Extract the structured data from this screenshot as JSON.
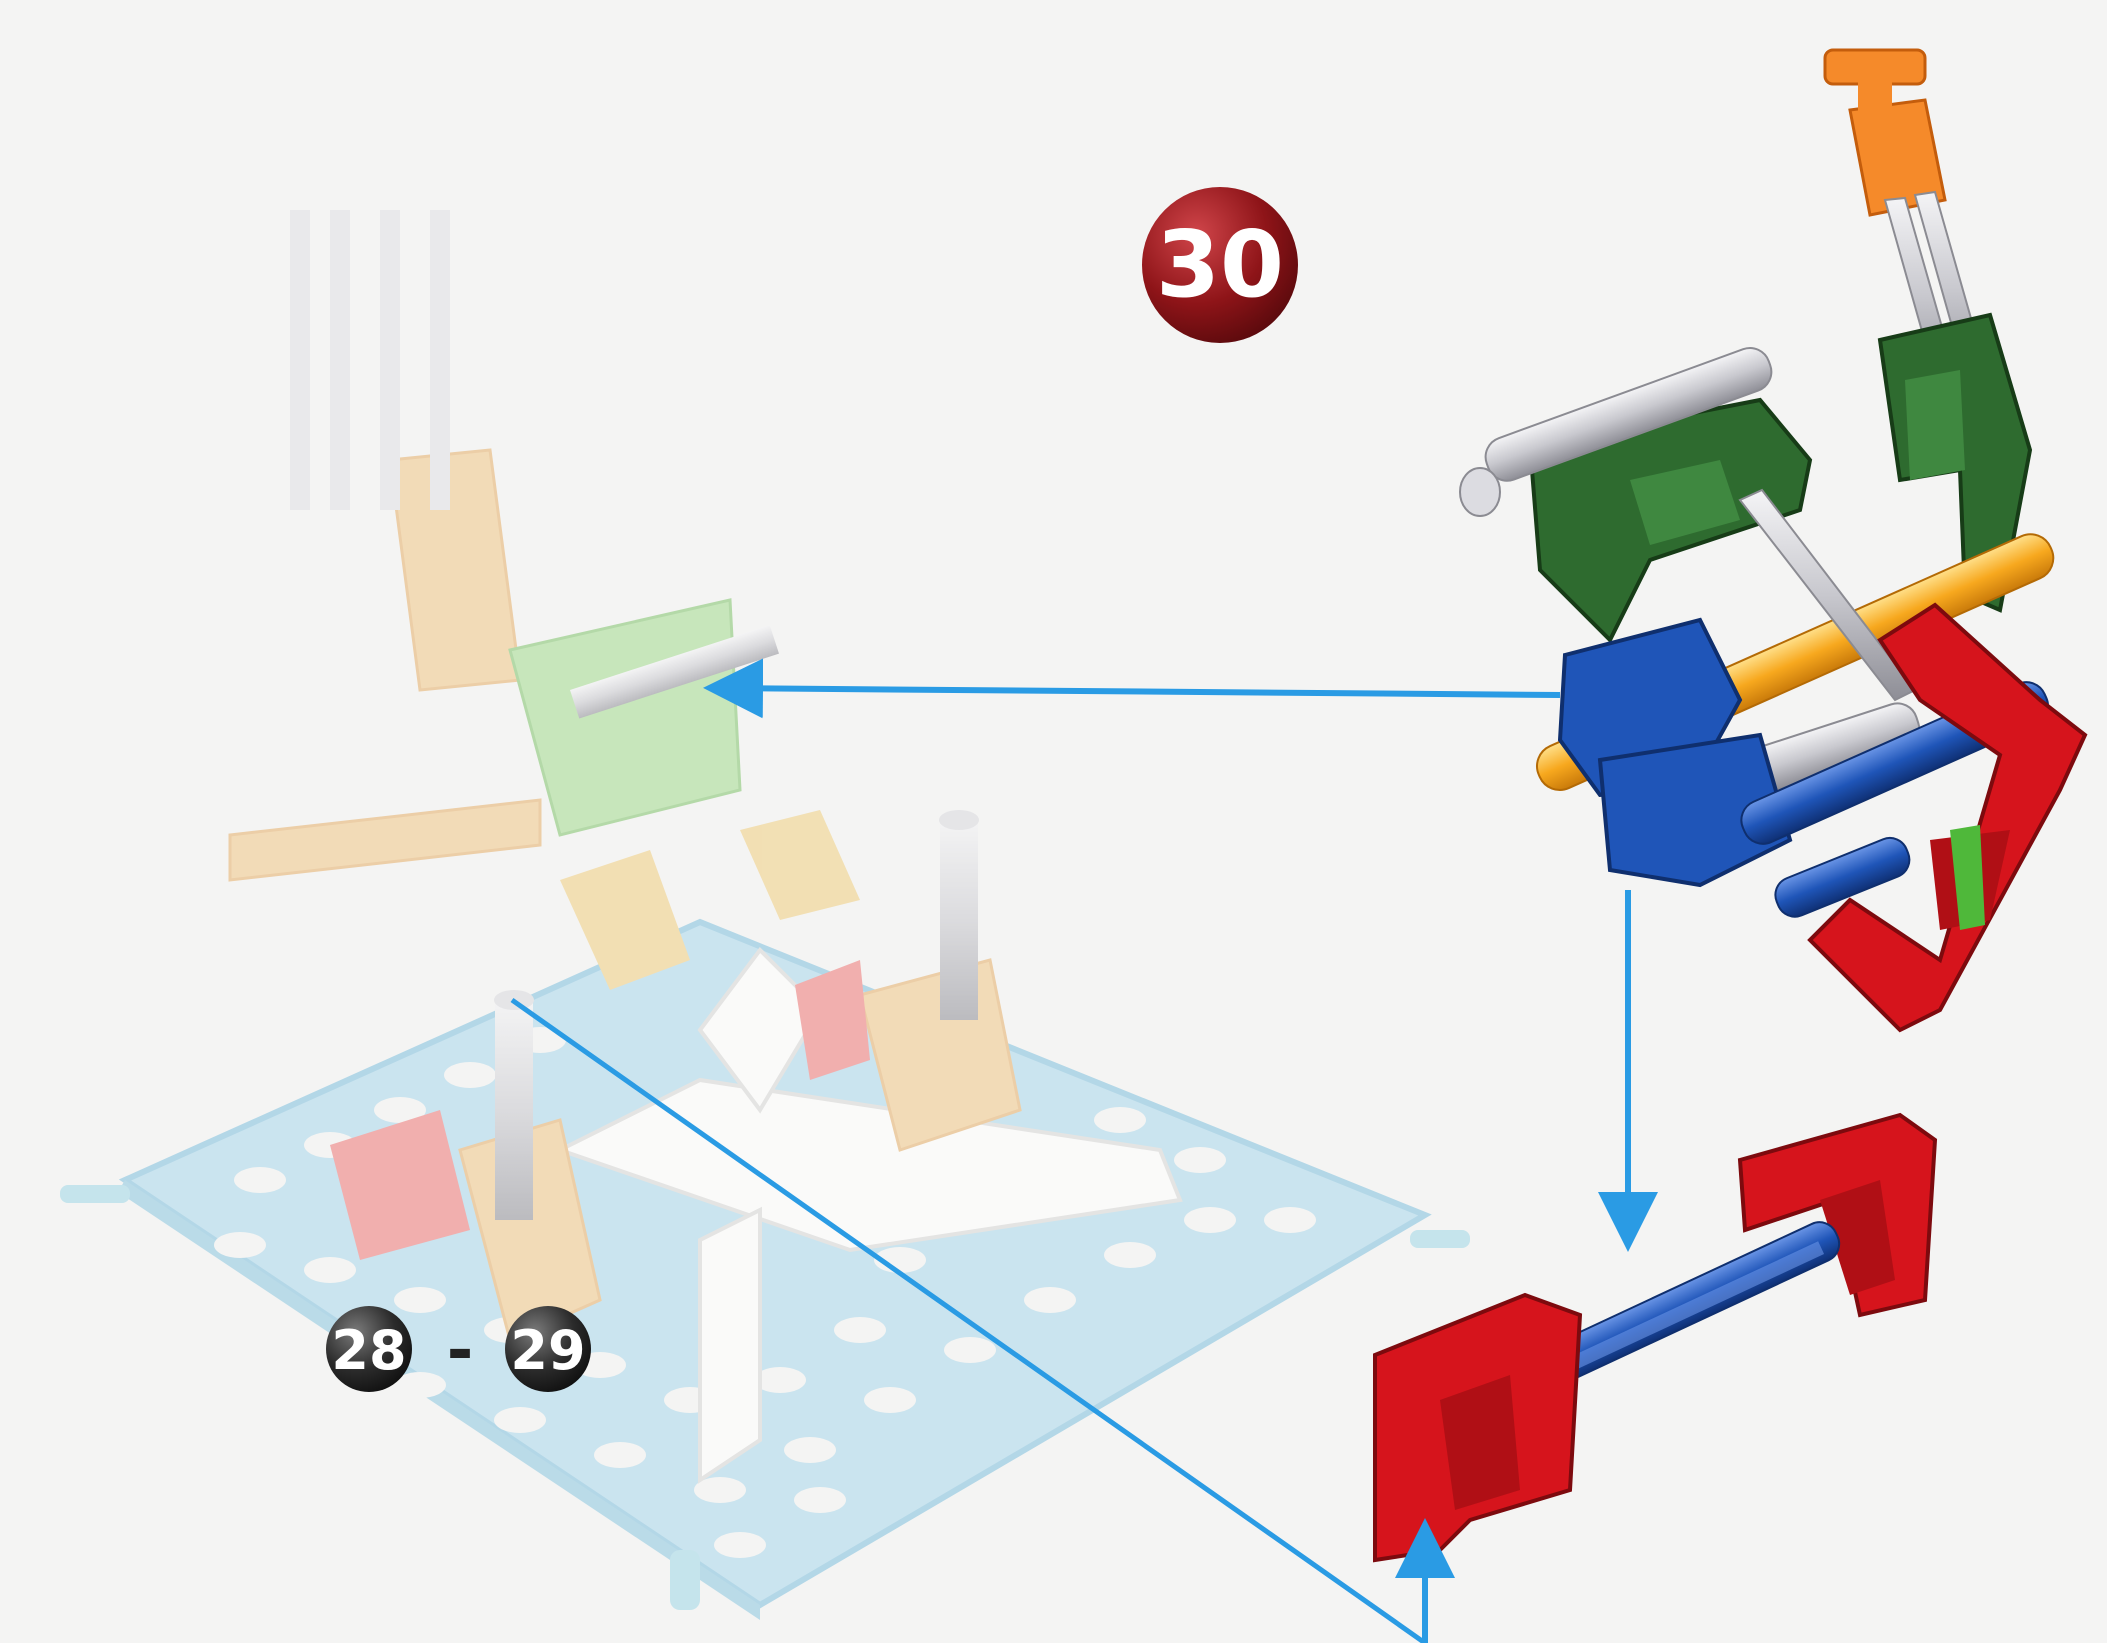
{
  "step": {
    "number": "30",
    "badge_color": "#8e1418"
  },
  "previous_steps": {
    "from": "28",
    "separator": "-",
    "to": "29",
    "badge_color": "#2b2b2b"
  },
  "colors": {
    "arrow": "#2a9be4",
    "red_connector": "#d6141c",
    "green_connector": "#2e6b2f",
    "blue_connector": "#1f55b8",
    "yellow_rod": "#f4a21c",
    "orange_connector": "#f58a2a",
    "grey_rod": "#c9c9cf",
    "base_plate_faded": "#a9d7ec"
  },
  "icons": [
    "arrow-icon"
  ]
}
